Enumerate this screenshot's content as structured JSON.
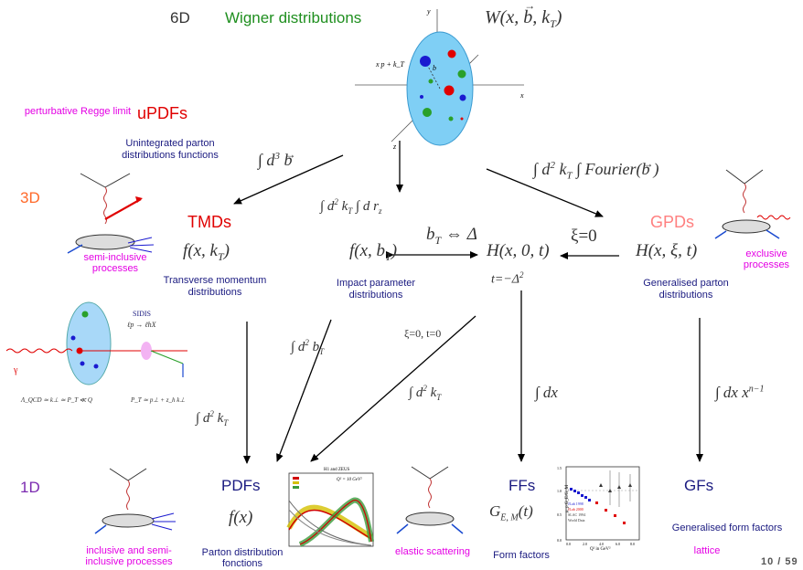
{
  "colors": {
    "wigner": "#1f8f1f",
    "updfs": "#e00000",
    "tmds": "#e00000",
    "gpds": "#ff8080",
    "dim3d": "#ff6a2a",
    "dim1d": "#7b2bb0",
    "blue_title": "#1a1a80",
    "magenta": "#e400e4",
    "arrow": "#000000"
  },
  "header": {
    "dim6d": "6D",
    "wigner_title": "Wigner distributions",
    "wigner_formula": "W(x, b⃗, k_T)"
  },
  "wigner_plot": {
    "xlabel": "x",
    "ylabel": "y",
    "zlabel": "z",
    "momentum_label": "x p + k_T",
    "b_label": "b⃗"
  },
  "left": {
    "regge": "perturbative Regge limit",
    "updfs": "uPDFs",
    "updfs_desc_1": "Unintegrated parton",
    "updfs_desc_2": "distributions functions",
    "dim3d": "3D",
    "semi_inclusive_1": "semi-inclusive",
    "semi_inclusive_2": "processes",
    "sidis_title": "SIDIS",
    "sidis_process": "ℓp → ℓhX",
    "sidis_scale": "Λ_QCD ≃ k⊥ ≃ P_T ≪ Q",
    "sidis_relation": "P_T ≃ p⊥ + z_h k⊥"
  },
  "integrals": {
    "d3b": "∫ d³b⃗",
    "d2kT_dz": "∫ d²k_T ∫ dr_z",
    "d2kT_fourier": "∫ d²k_T ∫ Fourier(b⃗)",
    "d2bT": "∫ d²b_T",
    "d2kT_left": "∫ d²k_T",
    "d2kT_mid": "∫ d²k_T",
    "xi0t0": "ξ=0, t=0",
    "dx": "∫ dx",
    "dx_xn": "∫ dx x^{n−1}",
    "xi0": "ξ=0",
    "bT_delta": "b_T ⇔ Δ"
  },
  "tmd": {
    "title": "TMDs",
    "formula": "f(x, k_T)",
    "desc_1": "Transverse momentum",
    "desc_2": "distributions"
  },
  "ipd": {
    "formula": "f(x, b_T)",
    "desc_1": "Impact parameter",
    "desc_2": "distributions"
  },
  "h": {
    "formula": "H(x, 0, t)",
    "t_relation": "t=−Δ²"
  },
  "gpd": {
    "title": "GPDs",
    "formula": "H(x, ξ, t)",
    "desc_1": "Generalised parton",
    "desc_2": "distributions",
    "exclusive_1": "exclusive",
    "exclusive_2": "processes"
  },
  "bottom": {
    "dim1d": "1D",
    "pdfs": "PDFs",
    "pdfs_formula": "f(x)",
    "pdfs_desc_1": "Parton distribution",
    "pdfs_desc_2": "fonctions",
    "inclusive_1": "inclusive and semi-",
    "inclusive_2": "inclusive processes",
    "elastic": "elastic scattering",
    "ffs": "FFs",
    "ffs_formula": "G_{E,M}(t)",
    "ffs_desc": "Form factors",
    "gfs": "GFs",
    "gfs_desc": "Generalised form factors",
    "lattice": "lattice",
    "page": "10 / 59"
  },
  "pdf_plot": {
    "title": "H1 and ZEUS",
    "scale": "Q² = 10 GeV²",
    "legend": [
      "HERAPDF1.0",
      "exp. uncert.",
      "model uncert.",
      "parametrization uncert."
    ],
    "curves": [
      "xu_v",
      "xd_v",
      "xg (×0.05)",
      "xS (×0.05)"
    ]
  },
  "ff_plot": {
    "ylabel": "μ_p G_E/G_M",
    "xlabel": "Q² in GeV²",
    "legend": [
      "JLab 1998",
      "JLab 2000",
      "SLAC 1994",
      "World Data"
    ],
    "xticks": [
      "0.0",
      "2.0",
      "4.0",
      "6.0",
      "8.0"
    ],
    "yticks": [
      "0.0",
      "0.5",
      "1.0",
      "1.5"
    ]
  }
}
